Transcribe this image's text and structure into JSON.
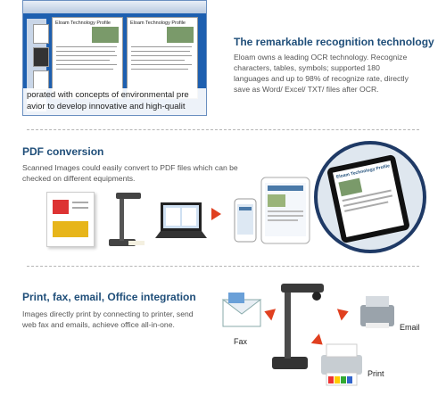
{
  "section1": {
    "title": "The remarkable recognition technology",
    "body": "Eloam owns a leading OCR technology. Recognize characters, tables, symbols; supported 180 languages and up to 98% of recognize rate, directly save as Word/ Excel/ TXT/ files after OCR.",
    "screenshot": {
      "doc_title_left": "Eloam Technology Profile",
      "doc_title_right": "Eloam Technology Profile",
      "overlay_line1": "porated with concepts of environmental pre",
      "overlay_line2": "avior to develop innovative and high-qualit"
    }
  },
  "section2": {
    "title": "PDF conversion",
    "body": "Scanned Images could easily convert to PDF files which can be checked on different equipments.",
    "tablet_doc_title": "Eloam Technology Profile"
  },
  "section3": {
    "title": "Print, fax, email, Office integration",
    "body": "Images directly print by connecting to printer, send web fax and emails, achieve office all-in-one.",
    "label_fax": "Fax",
    "label_email": "Email",
    "label_print": "Print"
  },
  "colors": {
    "heading": "#1f4e79",
    "arrow": "#e04020",
    "body_text": "#555555"
  }
}
